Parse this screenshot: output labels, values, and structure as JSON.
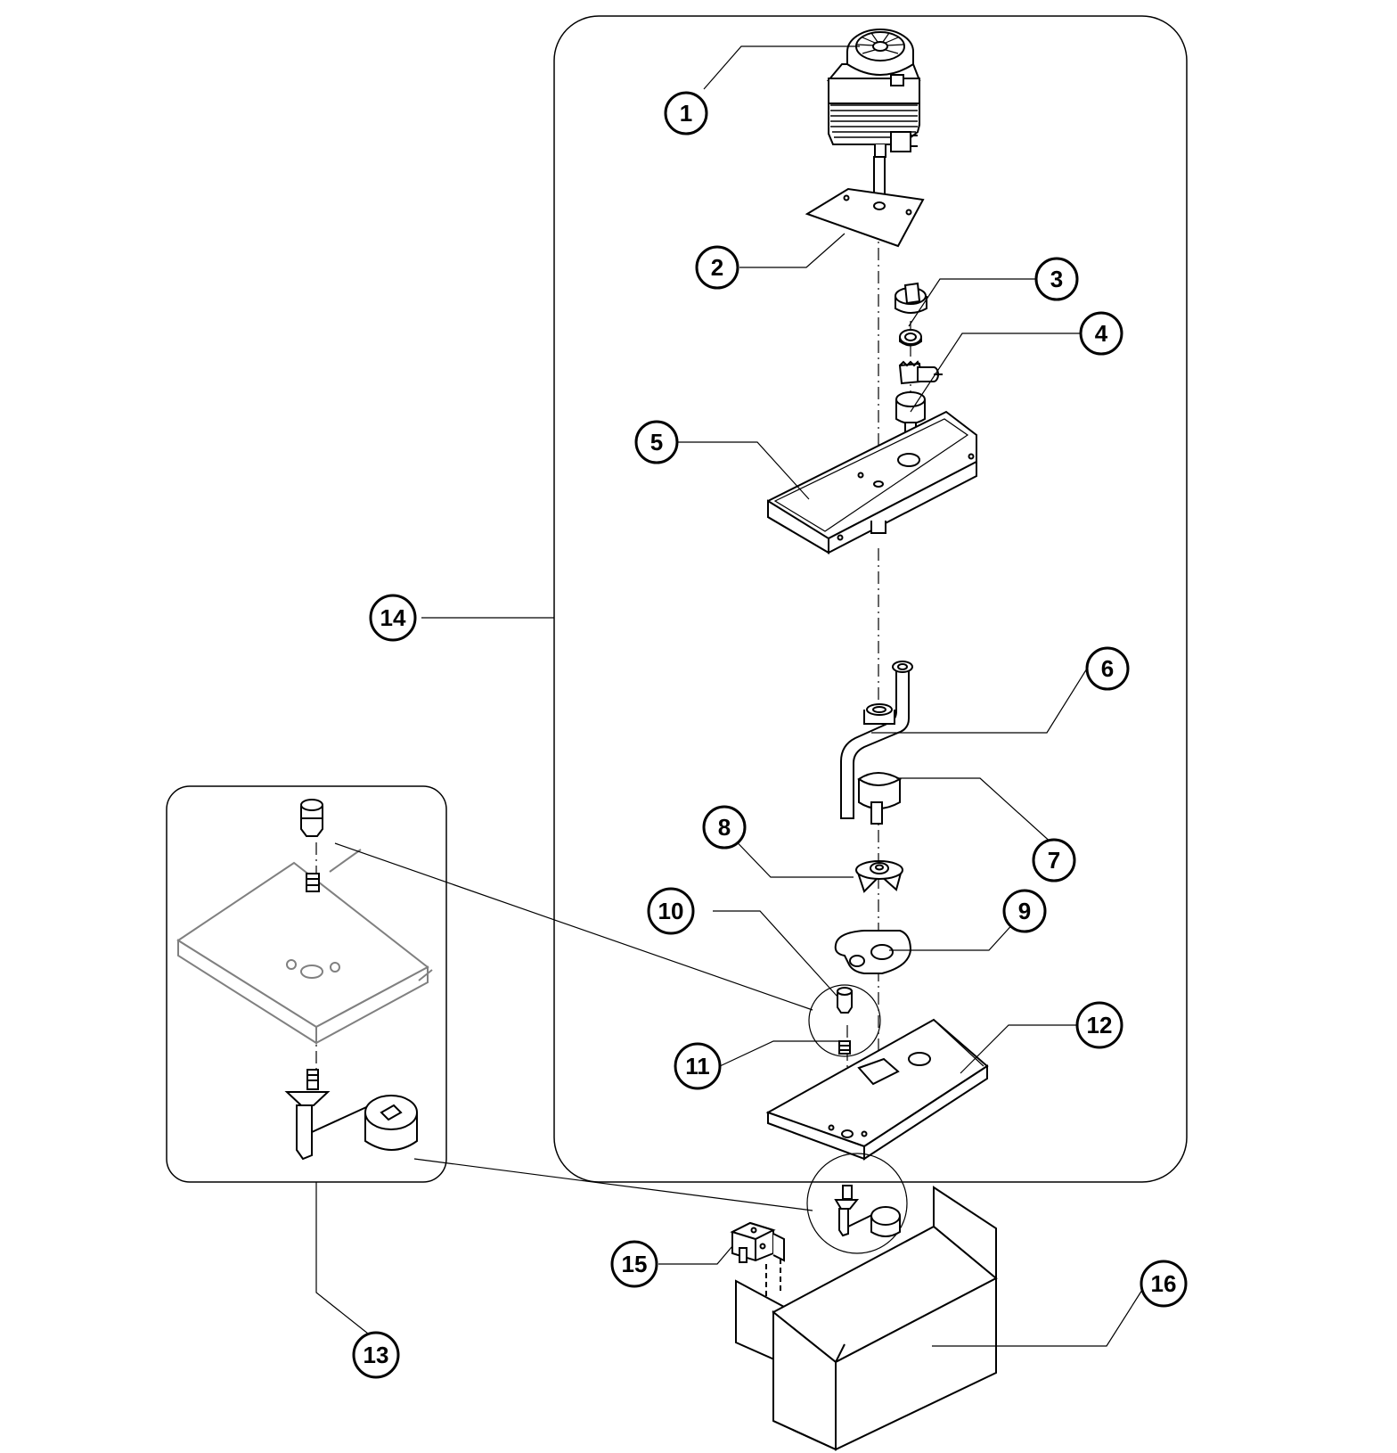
{
  "diagram": {
    "line_color": "#000000",
    "detail_line_color": "#808080",
    "background": "#ffffff",
    "callouts": [
      {
        "id": "1",
        "label": "1"
      },
      {
        "id": "2",
        "label": "2"
      },
      {
        "id": "3",
        "label": "3"
      },
      {
        "id": "4",
        "label": "4"
      },
      {
        "id": "5",
        "label": "5"
      },
      {
        "id": "6",
        "label": "6"
      },
      {
        "id": "7",
        "label": "7"
      },
      {
        "id": "8",
        "label": "8"
      },
      {
        "id": "9",
        "label": "9"
      },
      {
        "id": "10",
        "label": "10"
      },
      {
        "id": "11",
        "label": "11"
      },
      {
        "id": "12",
        "label": "12"
      },
      {
        "id": "13",
        "label": "13"
      },
      {
        "id": "14",
        "label": "14"
      },
      {
        "id": "15",
        "label": "15"
      },
      {
        "id": "16",
        "label": "16"
      }
    ]
  }
}
